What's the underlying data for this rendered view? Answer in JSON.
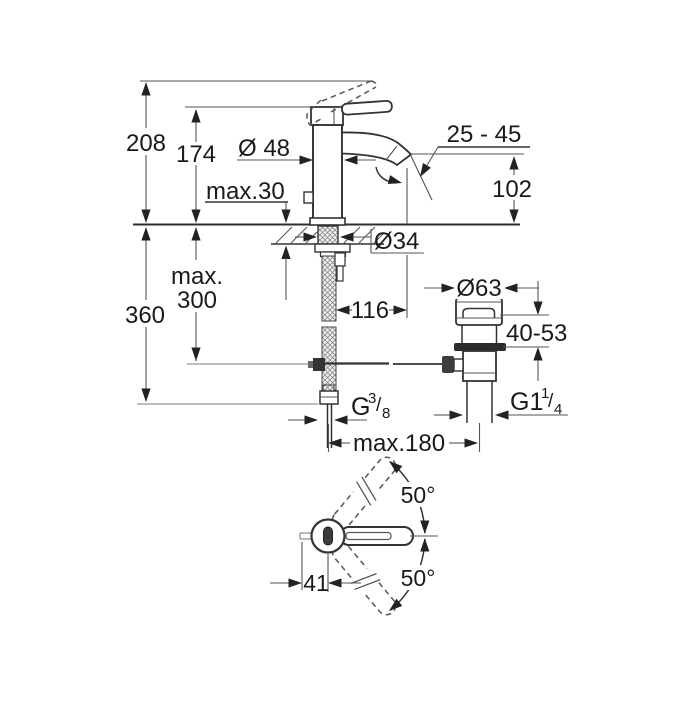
{
  "drawing": {
    "colors": {
      "background": "#ffffff",
      "line": "#333333",
      "text": "#1a1a1a",
      "hatch": "#8a8a8a",
      "fill_dark": "#2b2b2b"
    },
    "side_view": {
      "height_total": "208",
      "height_body": "174",
      "body_diameter": "Ø 48",
      "max_deck_thickness": "max.30",
      "aerator_angle_range": "25 - 45",
      "outlet_height": "102",
      "hole_diameter": "Ø34",
      "rod_max_line1": "max.",
      "rod_max_line2": "300",
      "hose_length": "360",
      "spout_reach": "116",
      "waste_flange_diameter": "Ø63",
      "deck_clamp_range": "40-53",
      "supply_thread": {
        "main": "G",
        "sup": "3",
        "slash": "/",
        "sub": "8"
      },
      "waste_thread": {
        "main": "G1",
        "sup": "1",
        "slash": "/",
        "sub": "4"
      },
      "max_center_distance": "max.180"
    },
    "top_view": {
      "swivel_angle_up": "50°",
      "swivel_angle_down": "50°",
      "handle_offset": "41"
    }
  }
}
